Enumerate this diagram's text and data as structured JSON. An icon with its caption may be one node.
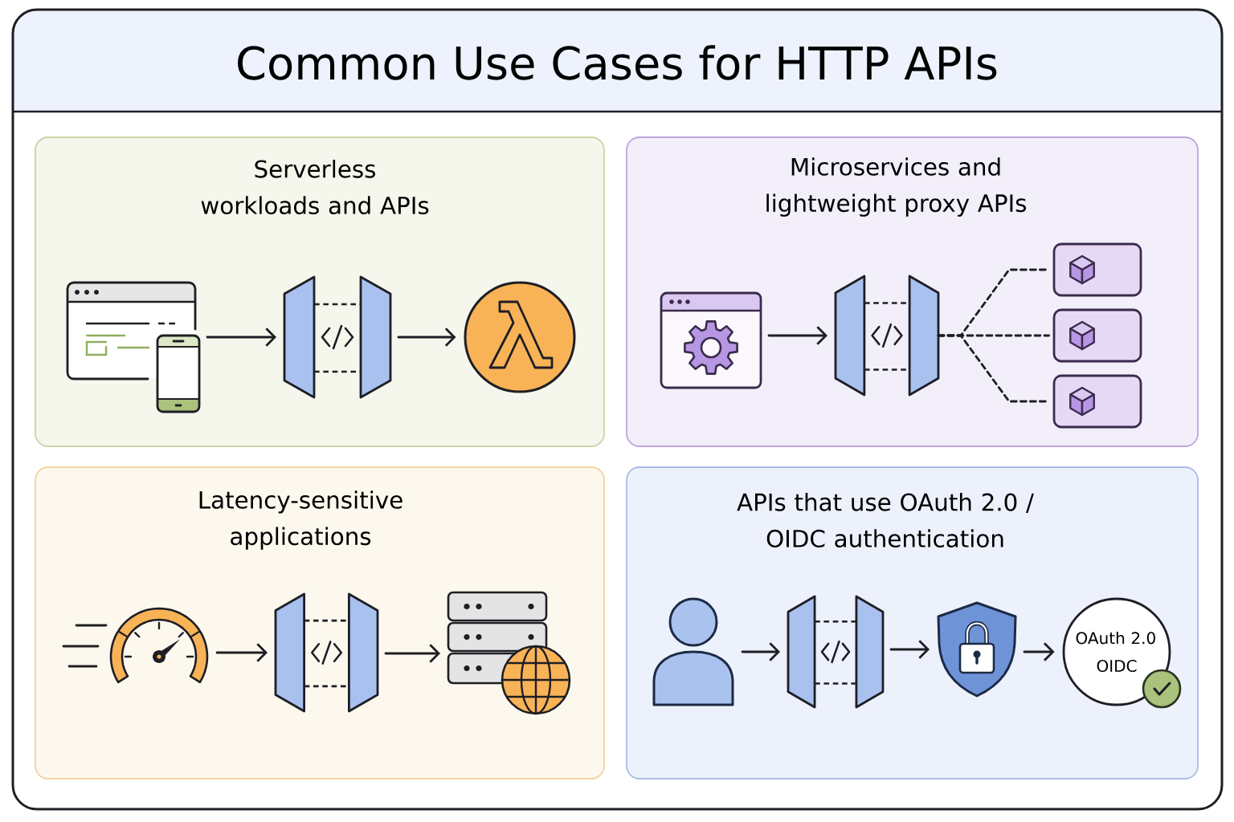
{
  "diagram": {
    "title": "Common Use Cases for HTTP APIs",
    "nodes": [
      {
        "text": [
          "Serverless workloads and APIs"
        ]
      },
      {
        "text": [],
        "shape": "picture",
        "in": 0
      },
      {
        "text": [],
        "shape": "picture",
        "in": 0
      },
      {
        "text": [],
        "shape": "circle",
        "in": 0
      },
      {
        "text": [
          "Microservices and lightweight proxy APIs"
        ]
      },
      {
        "text": [],
        "shape": "picture",
        "in": 4
      },
      {
        "text": [],
        "shape": "picture",
        "in": 4
      },
      {
        "text": [],
        "shape": "box",
        "in": 4
      },
      {
        "text": [],
        "shape": "box",
        "in": 4
      },
      {
        "text": [],
        "shape": "box",
        "in": 4
      },
      {
        "text": [
          "Latency-sensitive applications"
        ]
      },
      {
        "text": [],
        "shape": "picture",
        "in": 10
      },
      {
        "text": [],
        "shape": "picture",
        "in": 10
      },
      {
        "text": [],
        "shape": "picture",
        "in": 10
      },
      {
        "text": [
          "APIs that use OAuth 2.0 / OIDC authentication"
        ]
      },
      {
        "text": [],
        "shape": "person",
        "in": 14
      },
      {
        "text": [],
        "shape": "picture",
        "in": 14
      },
      {
        "text": [],
        "shape": "picture",
        "in": 14
      },
      {
        "text": [
          "OAuth 2.0 OIDC"
        ],
        "in": 14
      }
    ],
    "edges": [
      {
        "from": 1,
        "to": 2,
        "arrow": "to"
      },
      {
        "from": 2,
        "to": 3,
        "arrow": "to"
      },
      {
        "from": 5,
        "to": 6,
        "arrow": "to"
      },
      {
        "from": 6,
        "to": 7,
        "arrow": "none",
        "style": "dashed"
      },
      {
        "from": 6,
        "to": 8,
        "arrow": "none",
        "style": "dashed"
      },
      {
        "from": 6,
        "to": 9,
        "arrow": "none",
        "style": "dashed"
      },
      {
        "from": 11,
        "to": 12,
        "arrow": "to"
      },
      {
        "from": 12,
        "to": 13,
        "arrow": "to"
      },
      {
        "from": 15,
        "to": 16,
        "arrow": "to"
      },
      {
        "from": 16,
        "to": 17,
        "arrow": "to"
      },
      {
        "from": 17,
        "to": 18,
        "arrow": "to"
      }
    ]
  }
}
